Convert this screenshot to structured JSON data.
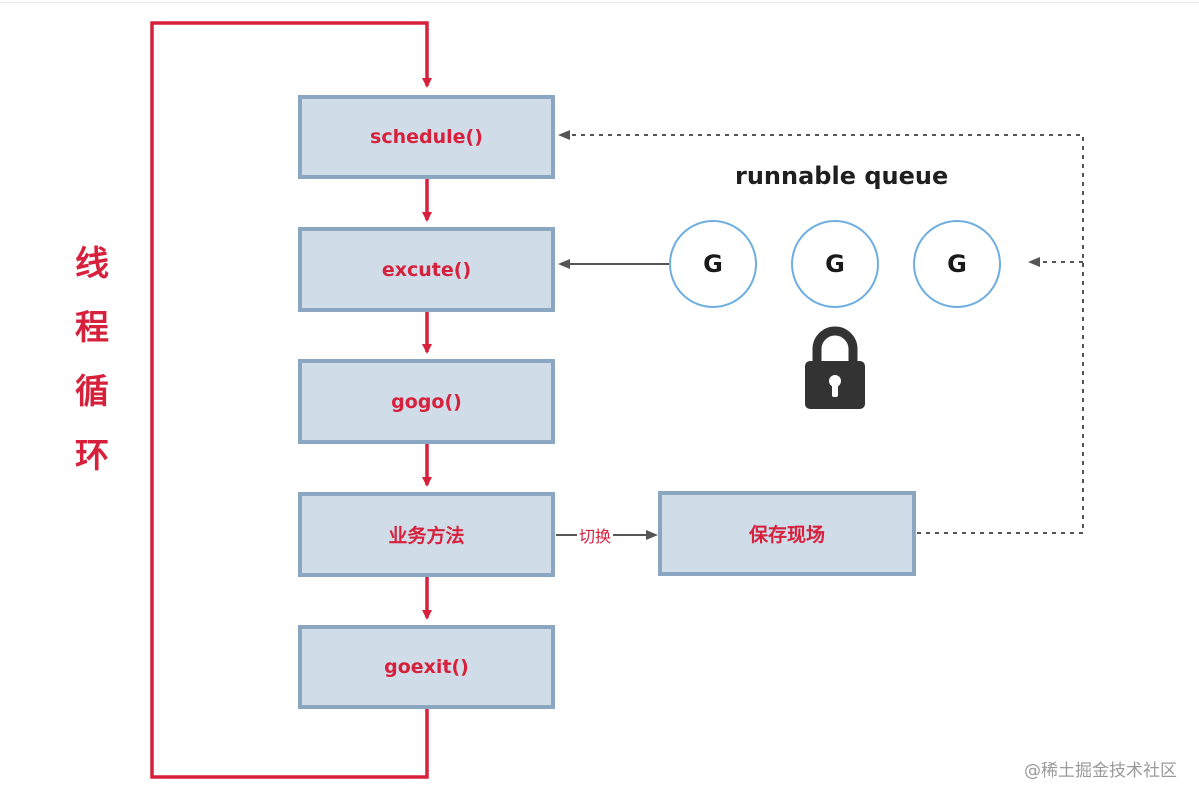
{
  "loop_label": "线程循环",
  "boxes": {
    "schedule": "schedule()",
    "execute": "excute()",
    "gogo": "gogo()",
    "business": "业务方法",
    "goexit": "goexit()",
    "save_context": "保存现场"
  },
  "queue": {
    "title": "runnable queue",
    "items": [
      "G",
      "G",
      "G"
    ]
  },
  "switch_label": "切换",
  "watermark": "@稀土掘金技术社区",
  "colors": {
    "accent_red": "#d6203c",
    "box_fill": "#d0dce8",
    "box_border": "#8aa6c1",
    "circle_border": "#6daee0",
    "connector_gray": "#555555"
  },
  "icons": {
    "lock": "padlock-icon"
  }
}
